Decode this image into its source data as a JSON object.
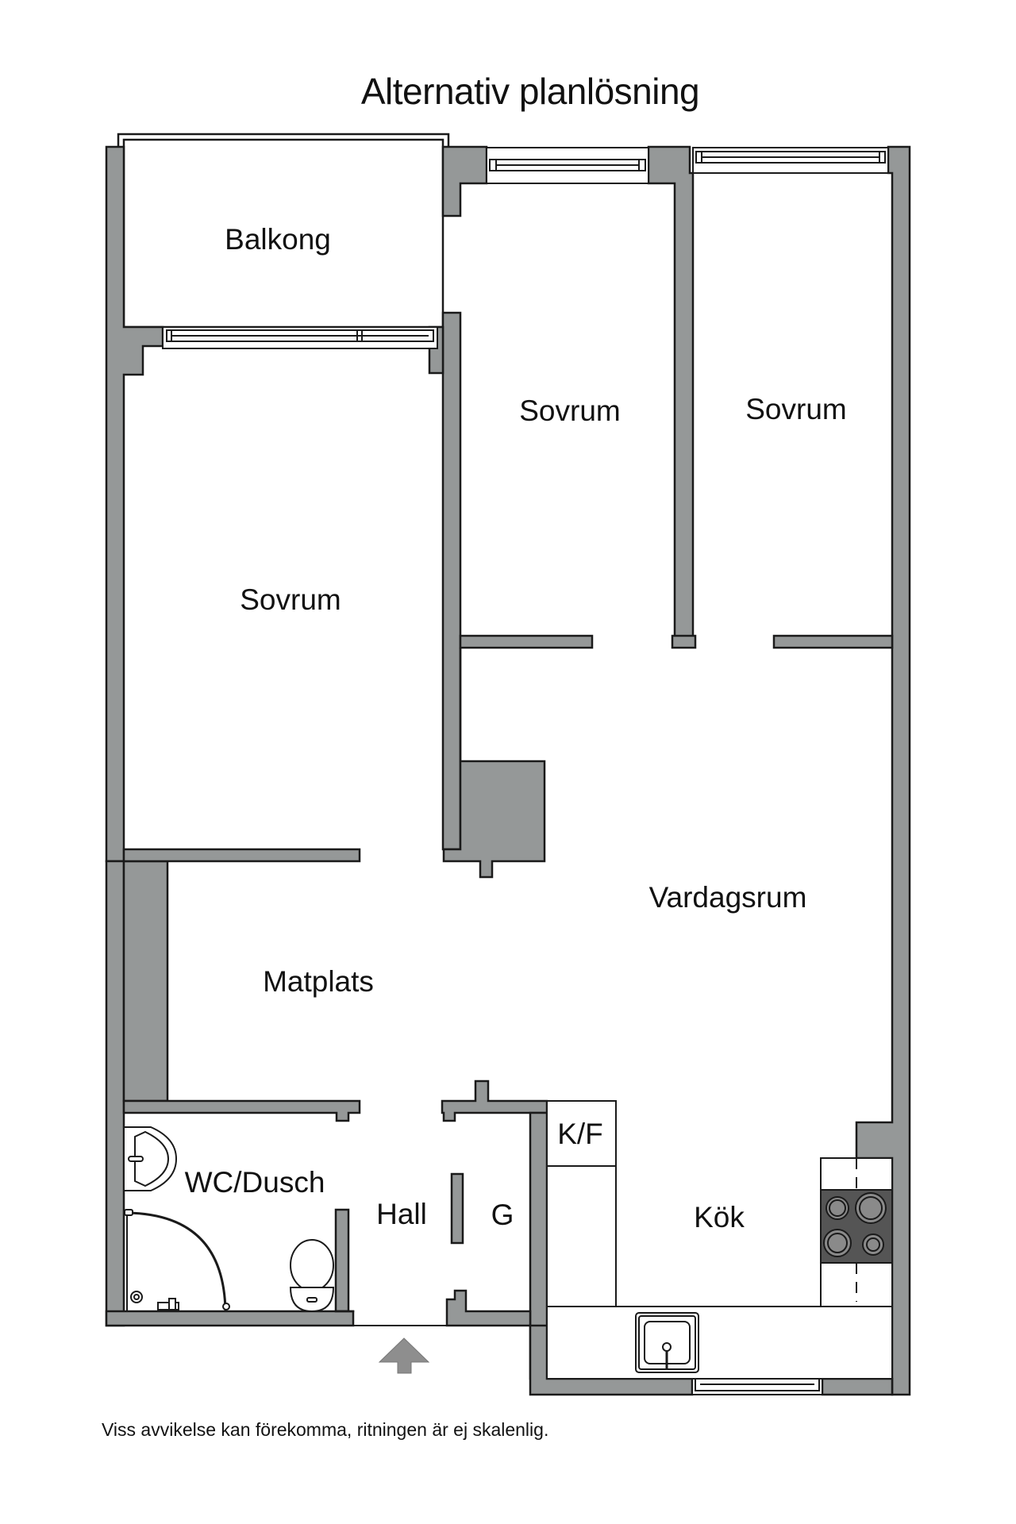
{
  "title": "Alternativ planlösning",
  "footer_note": "Viss avvikelse kan förekomma, ritningen är ej skalenlig.",
  "colors": {
    "wall": "#959898",
    "outline": "#1a1a1a",
    "floor": "#ffffff",
    "hob": "#555555",
    "burner": "#8a8a8a"
  },
  "rooms": [
    {
      "id": "balkong",
      "label": "Balkong"
    },
    {
      "id": "sovrum-mid",
      "label": "Sovrum"
    },
    {
      "id": "sovrum-right",
      "label": "Sovrum"
    },
    {
      "id": "sovrum-left",
      "label": "Sovrum"
    },
    {
      "id": "vardagsrum",
      "label": "Vardagsrum"
    },
    {
      "id": "matplats",
      "label": "Matplats"
    },
    {
      "id": "wc-dusch",
      "label": "WC/Dusch"
    },
    {
      "id": "hall",
      "label": "Hall"
    },
    {
      "id": "garderob",
      "label": "G"
    },
    {
      "id": "kyl-frys",
      "label": "K/F"
    },
    {
      "id": "kok",
      "label": "Kök"
    }
  ],
  "entrance": {
    "icon": "entrance-arrow-icon"
  }
}
